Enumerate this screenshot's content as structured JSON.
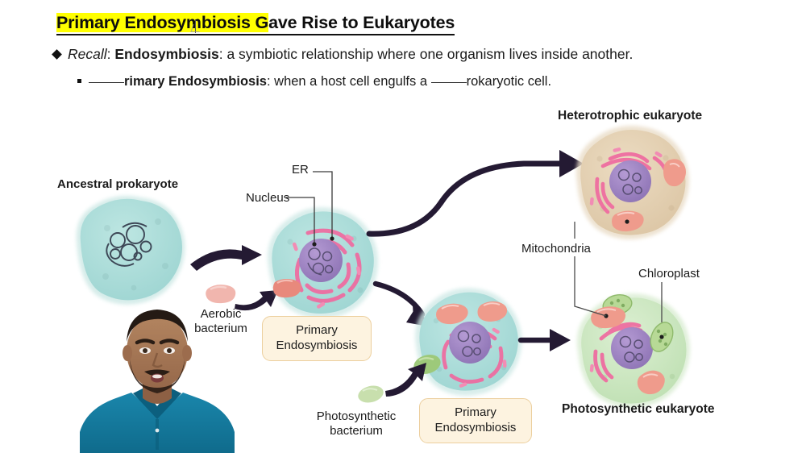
{
  "slide": {
    "title_highlighted": "Primary Endosymbiosis G",
    "title_rest": "ave Rise to Eukaryotes",
    "background_color": "#ffffff",
    "highlight_color": "#ffff00"
  },
  "bullets": [
    {
      "marker": "diamond-marker",
      "segments": [
        {
          "text": "Recall",
          "style": "italic"
        },
        {
          "text": ": ",
          "style": "plain"
        },
        {
          "text": "Endosymbiosis",
          "style": "bold"
        },
        {
          "text": ": a symbiotic relationship where one organism lives inside another.",
          "style": "plain"
        }
      ]
    },
    {
      "marker": "square-marker",
      "segments": [
        {
          "text": "",
          "style": "blank"
        },
        {
          "text": "rimary Endosymbiosis",
          "style": "bold"
        },
        {
          "text": ": when a host cell engulfs a ",
          "style": "plain"
        },
        {
          "text": "",
          "style": "blank"
        },
        {
          "text": "rokaryotic cell.",
          "style": "plain"
        }
      ]
    }
  ],
  "bullet_text": {
    "b1_recall": "Recall",
    "b1_colon1": ": ",
    "b1_term": "Endosymbiosis",
    "b1_def": ": a symbiotic relationship where one organism lives inside another.",
    "b2_term": "rimary Endosymbiosis",
    "b2_mid": ": when a host cell engulfs a ",
    "b2_end": "rokaryotic cell."
  },
  "diagram": {
    "labels": {
      "heterotrophic_eukaryote": "Heterotrophic eukaryote",
      "ancestral_prokaryote": "Ancestral prokaryote",
      "er": "ER",
      "nucleus": "Nucleus",
      "aerobic_bacterium_l1": "Aerobic",
      "aerobic_bacterium_l2": "bacterium",
      "mitochondria": "Mitochondria",
      "chloroplast": "Chloroplast",
      "photosynthetic_bacterium_l1": "Photosynthetic",
      "photosynthetic_bacterium_l2": "bacterium",
      "photosynthetic_eukaryote": "Photosynthetic eukaryote"
    },
    "process_boxes": [
      {
        "line1": "Primary",
        "line2": "Endosymbiosis"
      },
      {
        "line1": "Primary",
        "line2": "Endosymbiosis"
      }
    ],
    "colors": {
      "prokaryote_cytoplasm": "#a9dcd9",
      "eukaryote_cytoplasm": "#a9dcd9",
      "heterotroph_cytoplasm": "#e0cdb0",
      "photosynth_cytoplasm": "#c9e6c0",
      "nucleus": "#9f86c0",
      "er_pink": "#ef6ba0",
      "mitochondria": "#ef9b8c",
      "chloroplast": "#9dc97a",
      "arrow_dark": "#241a33",
      "leader_line": "#4a4a4a",
      "process_box_fill": "#fdf3e0",
      "process_box_border": "#eccf9e"
    }
  },
  "presenter": {
    "shirt_color": "#157a9e",
    "skin_color": "#a87954",
    "hair_color": "#231a14"
  }
}
